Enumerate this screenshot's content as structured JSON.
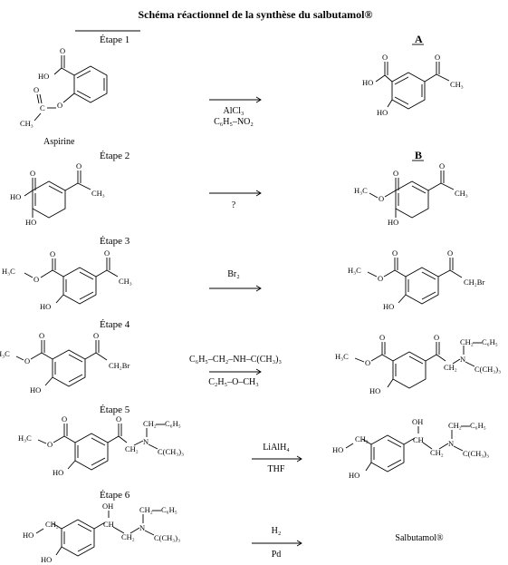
{
  "title": "Schéma réactionnel de la synthèse du salbutamol®",
  "steps": [
    {
      "label": "Étape 1",
      "above": "AlCl₃",
      "below": "C₆H₅–NO₂",
      "product_letter": "A",
      "start_name": "Aspirine"
    },
    {
      "label": "Étape 2",
      "above": "",
      "below": "?",
      "product_letter": "B"
    },
    {
      "label": "Étape 3",
      "above": "Br₂",
      "below": ""
    },
    {
      "label": "Étape 4",
      "above": "C₆H₅–CH₂–NH–C(CH₃)₃",
      "below": "C₂H₅–O–CH₃"
    },
    {
      "label": "Étape 5",
      "above": "LiAlH₄",
      "below": "THF"
    },
    {
      "label": "Étape 6",
      "above": "H₂",
      "below": "Pd",
      "product_name": "Salbutamol®"
    }
  ],
  "atoms": {
    "O": "O",
    "HO": "HO",
    "OH": "OH",
    "N": "N",
    "Br": "Br",
    "C": "C",
    "CH": "CH",
    "CH3": "CH₃",
    "CH2": "CH₂",
    "CH2Br": "CH₂Br",
    "H3C": "H₃C",
    "C6H5": "C₆H₅",
    "tBu": "C(CH₃)₃"
  }
}
